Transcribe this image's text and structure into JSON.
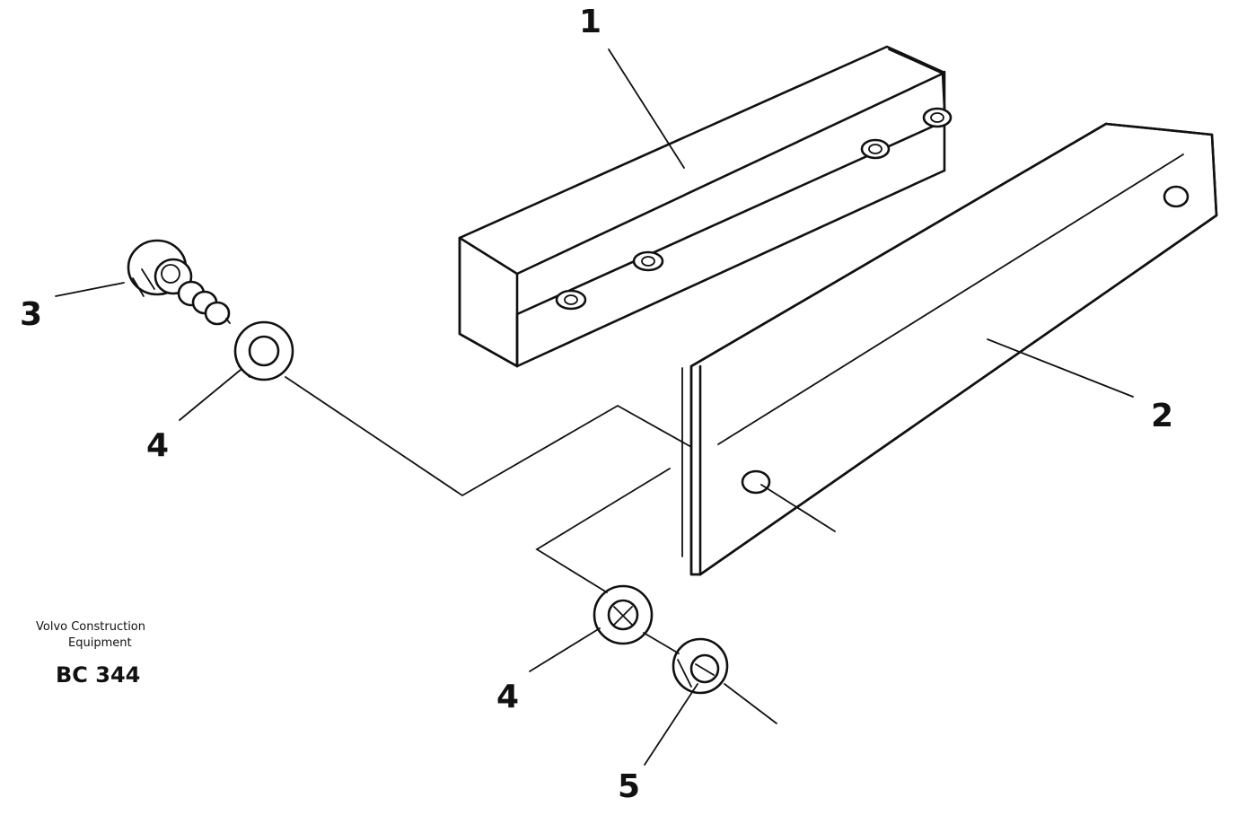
{
  "callouts": {
    "c1": "1",
    "c2": "2",
    "c3": "3",
    "c4a": "4",
    "c4b": "4",
    "c5": "5"
  },
  "credit": {
    "line1": "Volvo Construction",
    "line2": "Equipment",
    "code": "BC 344"
  },
  "colors": {
    "ink": "#111111",
    "paper": "#ffffff"
  }
}
